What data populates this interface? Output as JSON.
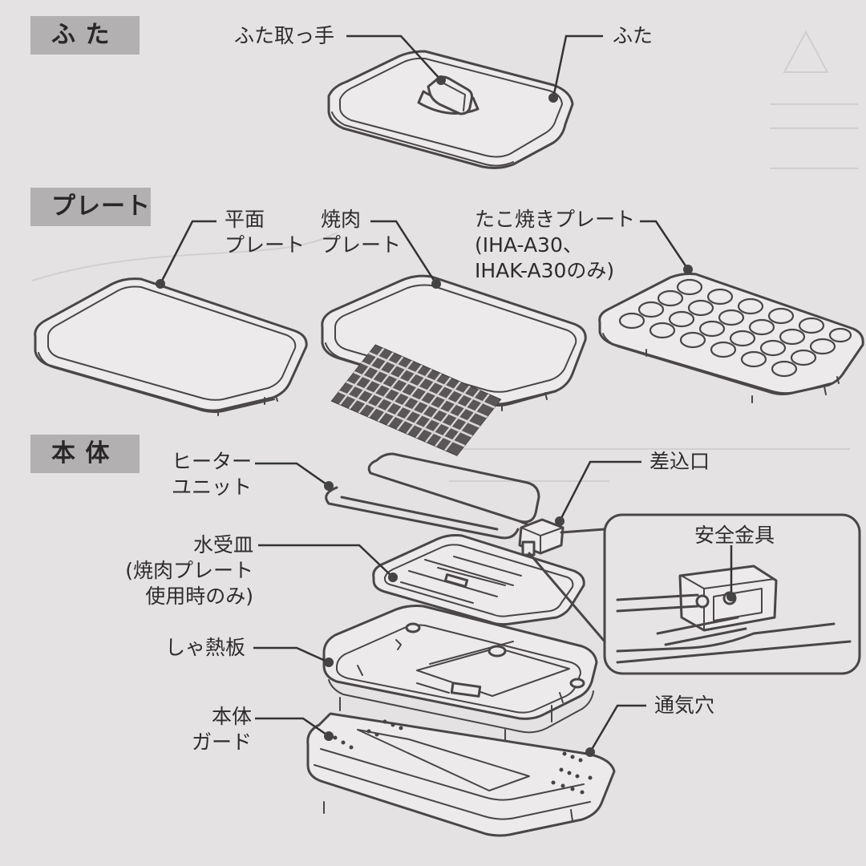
{
  "sections": {
    "lid": "ふ た",
    "plate": "プレート",
    "body": "本 体"
  },
  "labels": {
    "lid_handle": "ふた取っ手",
    "lid": "ふた",
    "flat_plate": [
      "平面",
      "プレート"
    ],
    "yakiniku_plate": [
      "焼肉",
      "プレート"
    ],
    "takoyaki_plate": [
      "たこ焼きプレート",
      "(IHA-A30、",
      "IHAK-A30のみ)"
    ],
    "heater_unit": [
      "ヒーター",
      "ユニット"
    ],
    "inlet": "差込口",
    "water_tray": [
      "水受皿",
      "(焼肉プレート",
      "使用時のみ)"
    ],
    "safety_fitting": "安全金具",
    "heat_shield": "しゃ熱板",
    "body_guard": [
      "本体",
      "ガード"
    ],
    "vent_holes": "通気穴"
  },
  "colors": {
    "background": "#e4e2e3",
    "tab": "#b3b0b2",
    "line": "#4a4647"
  }
}
